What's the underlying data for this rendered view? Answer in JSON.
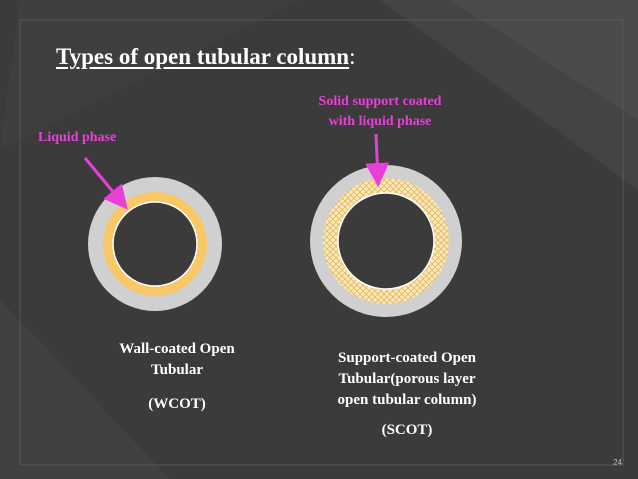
{
  "slide": {
    "title": "Types of open tubular column",
    "title_suffix": ":",
    "page_number": "24"
  },
  "wcot": {
    "callout": "Liquid phase",
    "caption_lines": [
      "Wall-coated Open",
      "Tubular"
    ],
    "abbreviation": "(WCOT)"
  },
  "scot": {
    "callout_lines": [
      "Solid support coated",
      "with liquid phase"
    ],
    "caption_lines": [
      "Support-coated Open",
      "Tubular(porous layer",
      "open tubular column)"
    ],
    "abbreviation": "(SCOT)"
  },
  "colors": {
    "background": "#3b3b3b",
    "tube_wall": "#d0d0d0",
    "liquid_phase": "#f8c766",
    "callout": "#e83fd8",
    "text": "#ffffff"
  }
}
